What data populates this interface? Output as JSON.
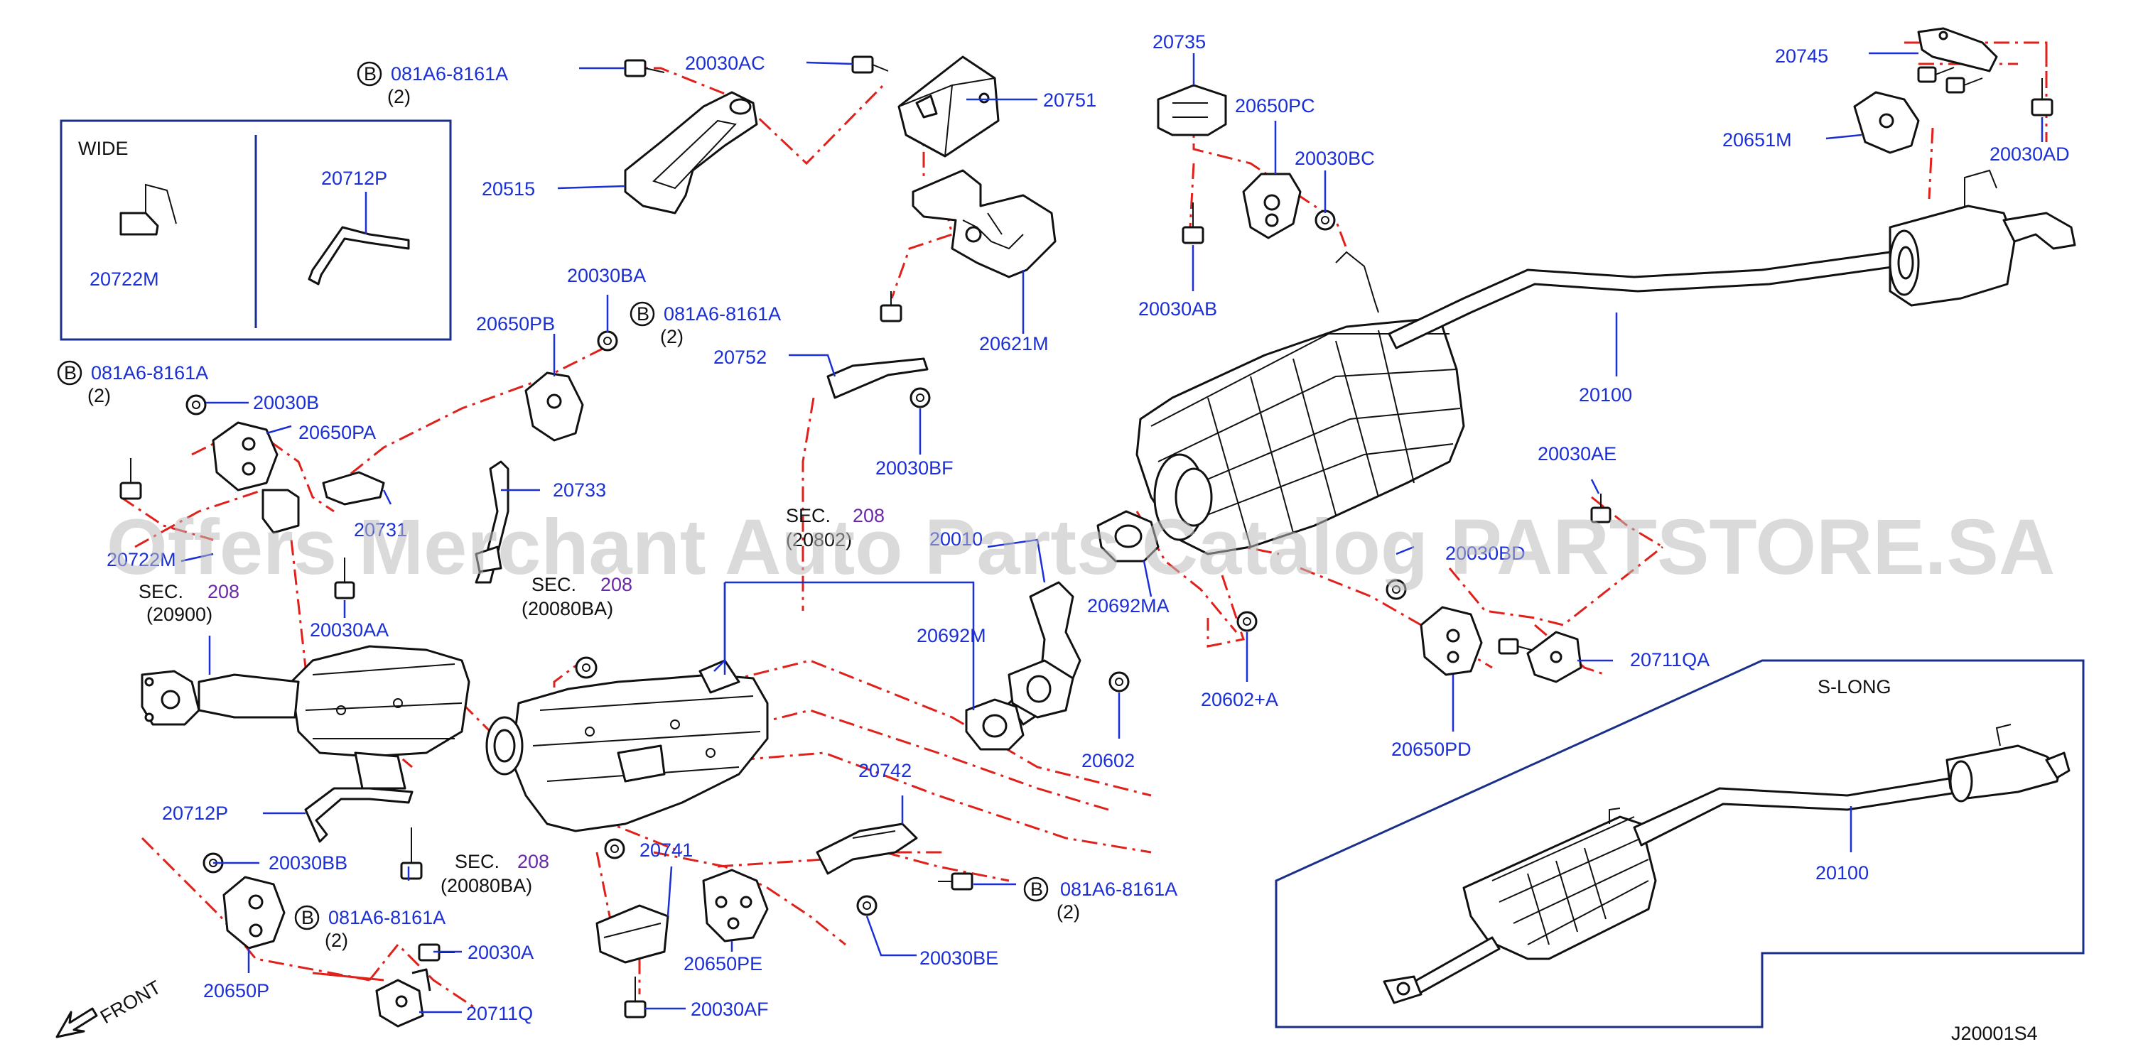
{
  "watermark": "Offers Merchant Auto Parts Catalog PARTSTORE.SA",
  "diagram_id": "J20001S4",
  "inset_wide": {
    "title": "WIDE",
    "labels": [
      "20722M",
      "20712P"
    ]
  },
  "inset_slong": {
    "title": "S-LONG",
    "labels": [
      "20100"
    ]
  },
  "bolt_callouts": {
    "b_letter": "B",
    "part": "081A6-8161A",
    "qty": "(2)"
  },
  "sec_refs": {
    "sec": "SEC.",
    "num": "208",
    "ref_20900": "(20900)",
    "ref_20802": "(20802)",
    "ref_20080ba": "(20080BA)"
  },
  "front_label": "FRONT",
  "part_labels": {
    "p20030AC": "20030AC",
    "p20751": "20751",
    "p20515": "20515",
    "p20621M": "20621M",
    "p20752": "20752",
    "p20030BF": "20030BF",
    "p20735": "20735",
    "p20650PC": "20650PC",
    "p20030BC": "20030BC",
    "p20030AB": "20030AB",
    "p20745": "20745",
    "p20651M": "20651M",
    "p20030AD": "20030AD",
    "p20100": "20100",
    "p20030BA": "20030BA",
    "p20650PB": "20650PB",
    "p20733": "20733",
    "p20030B": "20030B",
    "p20650PA": "20650PA",
    "p20731": "20731",
    "p20722M_main": "20722M",
    "p20030AA": "20030AA",
    "p20010": "20010",
    "p20692MA": "20692MA",
    "p20692M": "20692M",
    "p20602": "20602",
    "p20602A": "20602+A",
    "p20030AE": "20030AE",
    "p20030BD": "20030BD",
    "p20711QA": "20711QA",
    "p20650PD": "20650PD",
    "p20712P_main": "20712P",
    "p20030BB": "20030BB",
    "p20650P": "20650P",
    "p20030A": "20030A",
    "p20711Q": "20711Q",
    "p20742": "20742",
    "p20741": "20741",
    "p20650PE": "20650PE",
    "p20030BE": "20030BE",
    "p20030AF": "20030AF"
  }
}
